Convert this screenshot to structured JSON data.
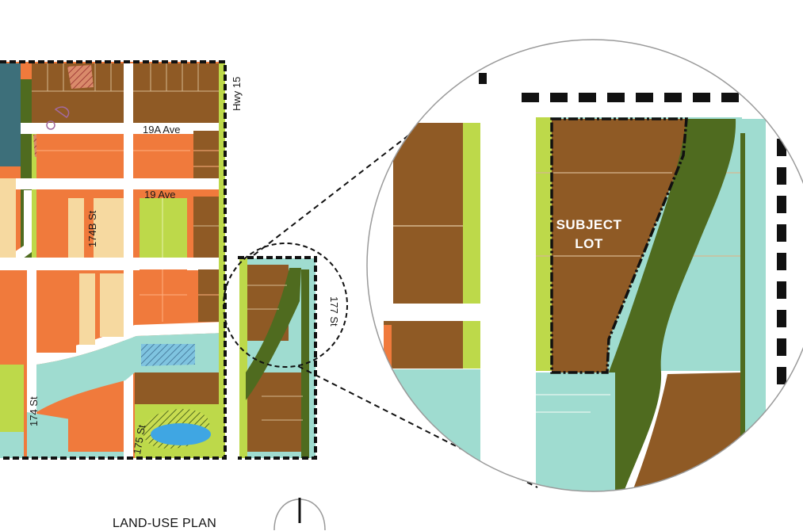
{
  "map": {
    "title": "LAND-USE PLAN",
    "streets": {
      "hwy15": "Hwy 15",
      "ave19a": "19A Ave",
      "ave19": "19 Ave",
      "st174b": "174B St",
      "st174": "174 St",
      "st175": "175 St",
      "st177": "177 St"
    },
    "subject_lot": {
      "line1": "SUBJECT",
      "line2": "LOT"
    },
    "colors": {
      "commercial_brown": "#8f5a25",
      "residential_orange": "#f07a3c",
      "low_density_yellow": "#f6d9a0",
      "park_green": "#bdd94a",
      "riparian_dark_green": "#4f6b1f",
      "buffer_teal": "#9fdcd0",
      "water_blue": "#3fa6e3",
      "road_white": "#ffffff"
    },
    "north_arrow_icon": "north-arrow-icon"
  }
}
